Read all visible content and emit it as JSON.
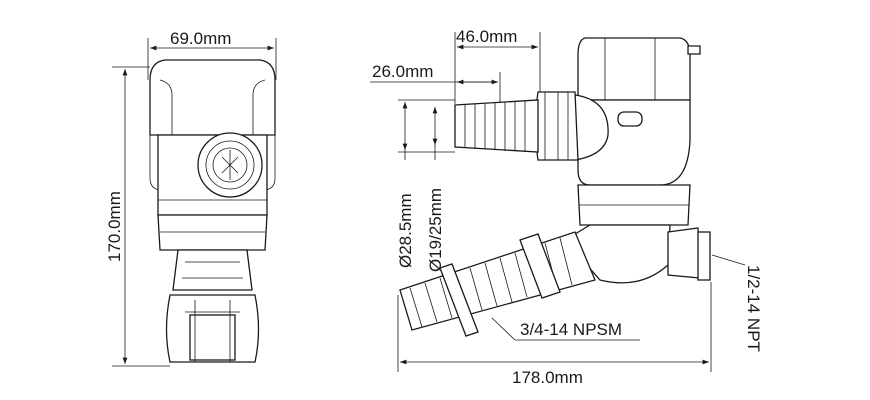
{
  "dimensions": {
    "left_width": "69.0mm",
    "left_height": "170.0mm",
    "outlet_length": "46.0mm",
    "hose_length": "26.0mm",
    "outer_diameter": "Ø28.5mm",
    "hose_diameter": "Ø19/25mm",
    "thread_spec": "3/4-14 NPSM",
    "overall_length": "178.0mm",
    "outlet_thread": "1/2-14 NPT"
  }
}
